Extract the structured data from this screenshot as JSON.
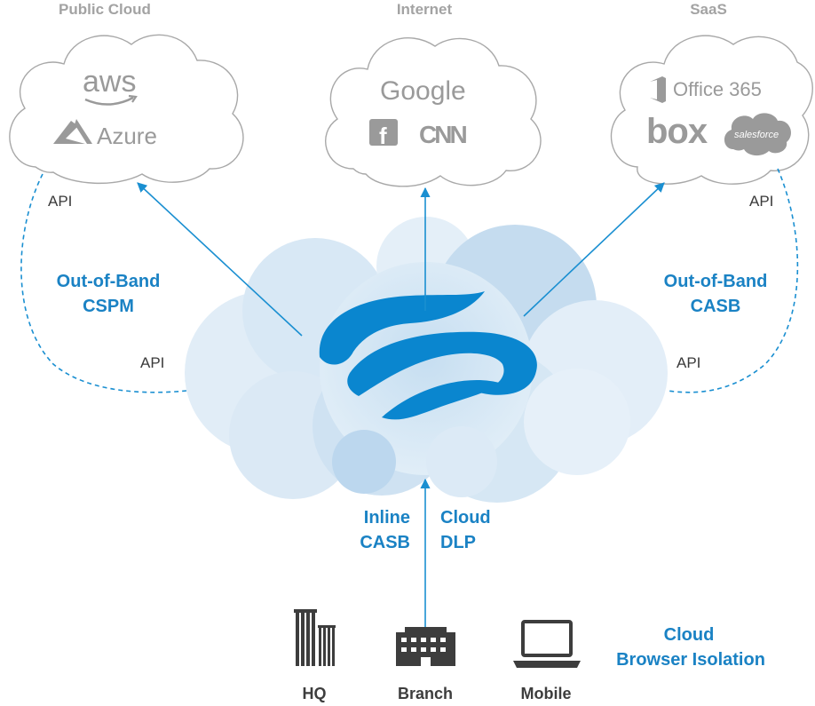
{
  "clouds": {
    "public_cloud": {
      "title": "Public Cloud",
      "logos": [
        "aws",
        "Azure"
      ]
    },
    "internet": {
      "title": "Internet",
      "logos": [
        "Google",
        "f",
        "CNN"
      ]
    },
    "saas": {
      "title": "SaaS",
      "logos": [
        "Office 365",
        "box",
        "salesforce"
      ]
    }
  },
  "api_labels": {
    "left_top": "API",
    "left_bottom": "API",
    "right_top": "API",
    "right_bottom": "API"
  },
  "out_of_band_left": {
    "line1": "Out-of-Band",
    "line2": "CSPM"
  },
  "out_of_band_right": {
    "line1": "Out-of-Band",
    "line2": "CASB"
  },
  "inline": {
    "line1": "Inline",
    "line2": "CASB"
  },
  "cloud_dlp": {
    "line1": "Cloud",
    "line2": "DLP"
  },
  "locations": [
    "HQ",
    "Branch",
    "Mobile"
  ],
  "browser_isolation": {
    "line1": "Cloud",
    "line2": "Browser Isolation"
  },
  "colors": {
    "accent_blue": "#1a82c4",
    "arrow_blue": "#1a8fd1",
    "cloud_outline": "#a8a8a8",
    "logo_gray": "#9a9a9a",
    "central_cloud_light": "#dcebf6",
    "central_cloud_mid": "#b9d6ec",
    "zscaler_mark": "#0a86cf"
  },
  "icons": [
    "aws-logo",
    "azure-logo",
    "google-logo",
    "facebook-icon",
    "cnn-logo",
    "office365-logo",
    "box-logo",
    "salesforce-logo",
    "zscaler-logo",
    "hq-building-icon",
    "branch-building-icon",
    "laptop-icon"
  ]
}
